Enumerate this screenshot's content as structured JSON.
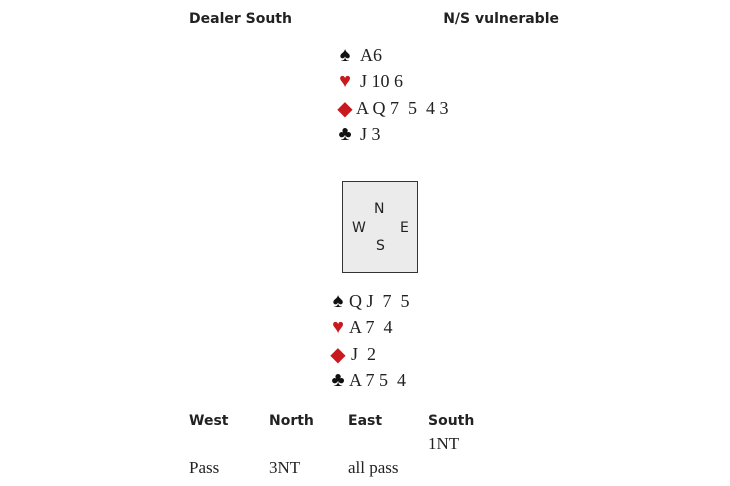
{
  "header": {
    "dealer": "Dealer South",
    "vulnerability": "N/S vulnerable"
  },
  "north": {
    "spades": "A6",
    "hearts": "J 10 6",
    "diamonds": "A Q 7  5  4 3",
    "clubs": "J 3"
  },
  "south": {
    "spades": "Q J  7  5",
    "hearts": "A 7  4",
    "diamonds": "J  2",
    "clubs": "A 7 5  4"
  },
  "suits": {
    "spade": "♠",
    "heart": "♥",
    "diamond": "◆",
    "club": "♣"
  },
  "colors": {
    "red": "#c8191e",
    "black": "#111111",
    "compass_bg": "#ebebeb"
  },
  "compass": {
    "n": "N",
    "s": "S",
    "e": "E",
    "w": "W"
  },
  "auction": {
    "headers": [
      "West",
      "North",
      "East",
      "South"
    ],
    "bids": {
      "south1": "1NT",
      "west1": "Pass",
      "north1": "3NT",
      "east1": "all pass"
    }
  }
}
